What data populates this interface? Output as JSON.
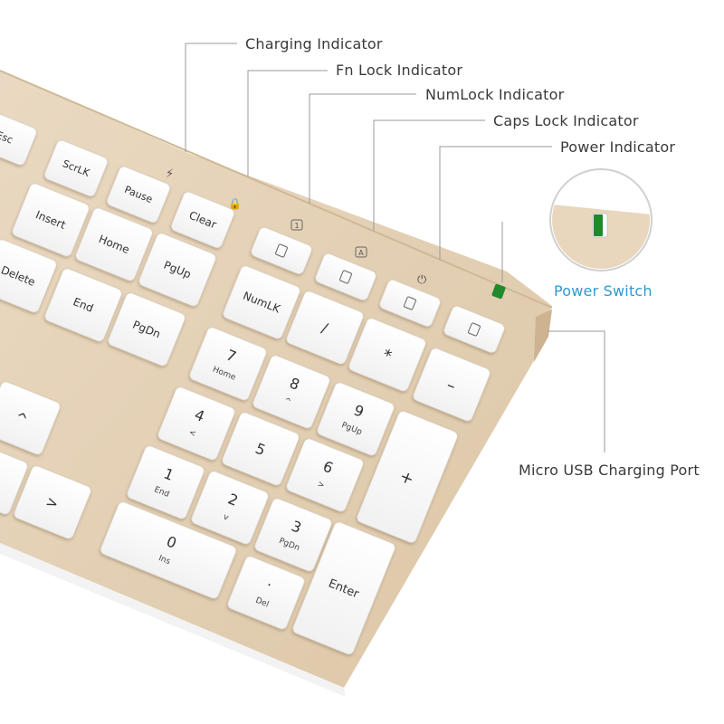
{
  "callouts": {
    "charging": "Charging Indicator",
    "fn_lock": "Fn Lock Indicator",
    "numlock": "NumLock Indicator",
    "caps_lock": "Caps Lock Indicator",
    "power": "Power Indicator",
    "power_switch": "Power Switch",
    "usb_port": "Micro USB Charging Port"
  },
  "indicator_marks": {
    "numlock": "1",
    "caps": "A"
  },
  "keys": {
    "esc": "Esc",
    "scrlk": "ScrLK",
    "pause": "Pause",
    "clear": "Clear",
    "insert": "Insert",
    "home": "Home",
    "pgup": "PgUp",
    "delete": "Delete",
    "end": "End",
    "pgdn": "PgDn",
    "numlk": "NumLK",
    "slash": "/",
    "asterisk": "*",
    "minus": "–",
    "plus": "+",
    "enter": "Enter",
    "up": "^",
    "right": ">",
    "n7": "7",
    "n7_sub": "Home",
    "n8": "8",
    "n8_sub": "^",
    "n9": "9",
    "n9_sub": "PgUp",
    "n4": "4",
    "n4_sub": "<",
    "n5": "5",
    "n6": "6",
    "n6_sub": ">",
    "n1": "1",
    "n1_sub": "End",
    "n2": "2",
    "n2_sub": "v",
    "n3": "3",
    "n3_sub": "PgDn",
    "n0": "0",
    "n0_sub": "Ins",
    "dot": "·",
    "dot_sub": "Del"
  },
  "colors": {
    "body": "#e5d2b8",
    "body_edge": "#d9c19f",
    "key": "#ffffff",
    "power_led": "#1f8a2a",
    "accent_text": "#2f9ad0",
    "leader": "#9a9a9a"
  }
}
